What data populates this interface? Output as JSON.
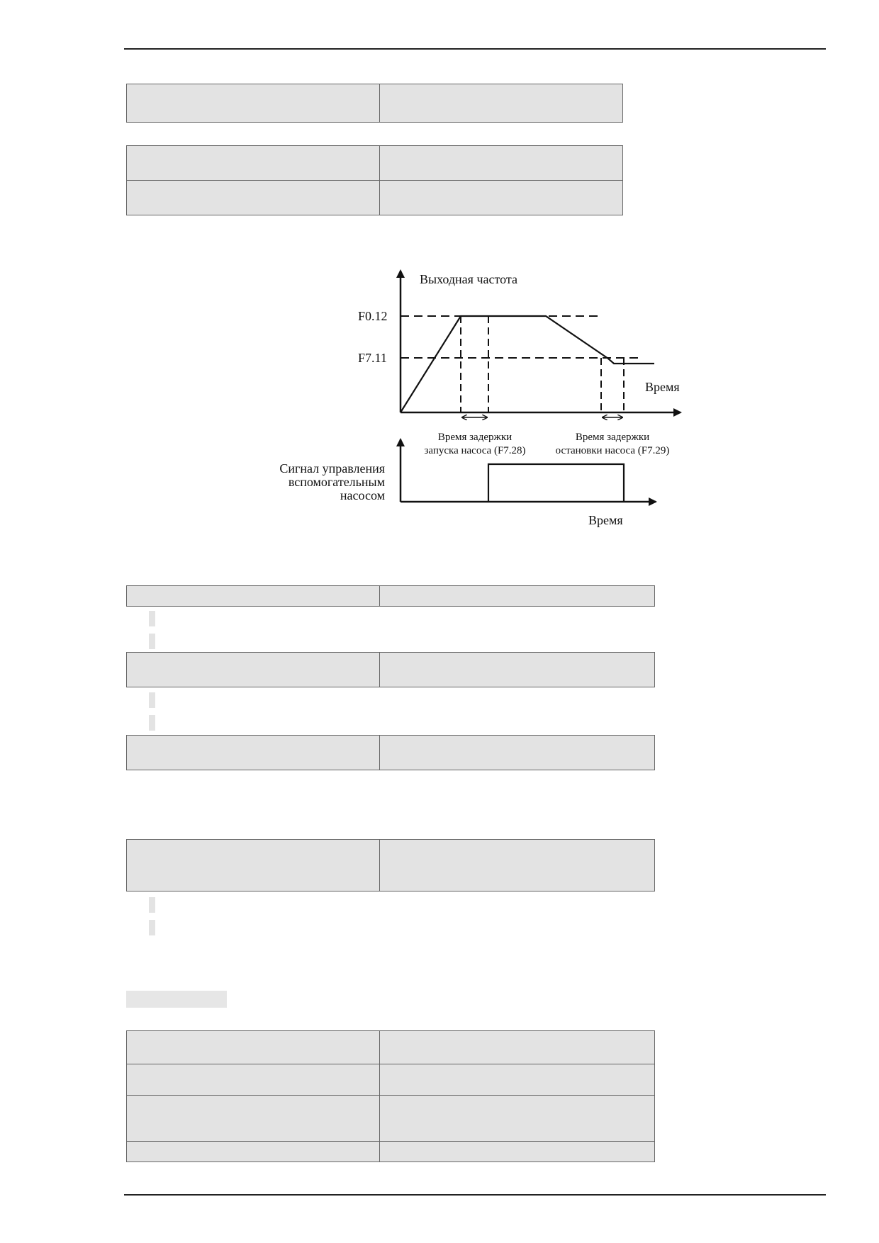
{
  "diagram": {
    "y_axis_label": "Выходная частота",
    "level_high": "F0.12",
    "level_low": "F7.11",
    "time_label_top": "Время",
    "start_delay_line1": "Время задержки",
    "start_delay_line2": "запуска насоса (F7.28)",
    "stop_delay_line1": "Время задержки",
    "stop_delay_line2": "остановки насоса (F7.29)",
    "signal_line1": "Сигнал управления",
    "signal_line2": "вспомогательным",
    "signal_line3": "насосом",
    "time_label_bottom": "Время"
  }
}
